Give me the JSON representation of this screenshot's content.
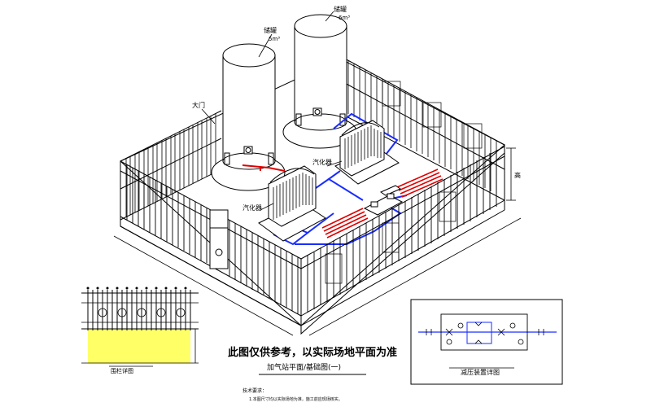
{
  "labels": {
    "tank_right_name": "储罐",
    "tank_right_volume": "6m³",
    "tank_left_name": "储罐",
    "tank_left_volume": "5m³",
    "gate": "大门",
    "vaporizer_upper": "汽化器",
    "vaporizer_lower": "汽化器",
    "height_dim": "高",
    "main_note": "此图仅供参考，以实际场地平面为准",
    "plan_title": "加气站平面/基础图(一)",
    "fence_detail_caption": "围栏详图",
    "regulator_caption": "减压装置详图",
    "tech_req_title": "技术要求：",
    "tech_req_text": "1.本图尺寸均以实际场地为准，施工前应现场核实。"
  },
  "colors": {
    "pipe_gas": "#1a2cff",
    "pipe_liquid": "#e00000",
    "foundation_fill": "#ffff66",
    "line": "#000000"
  }
}
